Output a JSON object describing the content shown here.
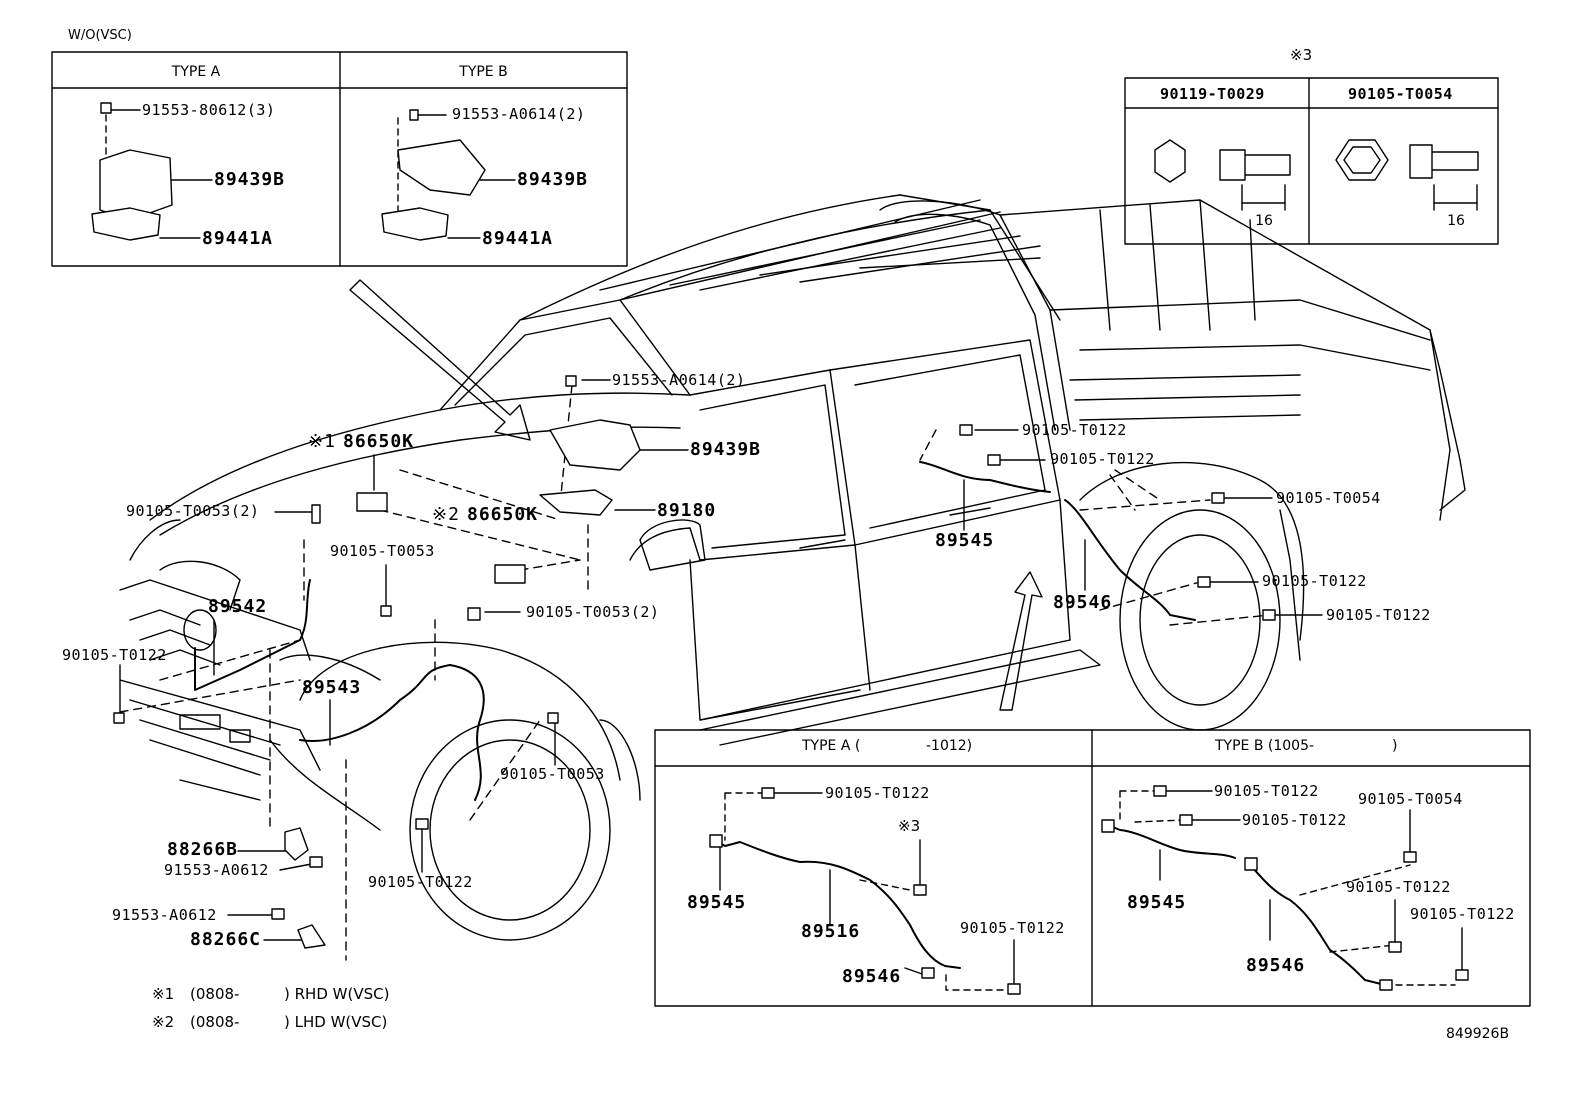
{
  "figure_code": "849926B",
  "inset_wo_vsc": {
    "title": "W/O(VSC)",
    "type_a": {
      "header": "TYPE A",
      "bolt": "91553-80612(3)",
      "cover": "89439B",
      "bracket": "89441A"
    },
    "type_b": {
      "header": "TYPE B",
      "bolt": "91553-A0614(2)",
      "cover": "89439B",
      "bracket": "89441A"
    }
  },
  "inset_bolts": {
    "mark": "※3",
    "col1": {
      "part": "90119-T0029",
      "length": "16"
    },
    "col2": {
      "part": "90105-T0054",
      "length": "16"
    }
  },
  "main_callouts": {
    "bolt_a0614": "91553-A0614(2)",
    "cover_89439b": "89439B",
    "ecu_89180": "89180",
    "sensor_86650k_1": {
      "mark": "※1",
      "part": "86650K"
    },
    "sensor_86650k_2": {
      "mark": "※2",
      "part": "86650K"
    },
    "bolt_t0053_2_top": "90105-T0053(2)",
    "bolt_t0053_mid": "90105-T0053",
    "bolt_t0053_2_wheel": "90105-T0053(2)",
    "bolt_t0053_wheel": "90105-T0053",
    "harness_89542": "89542",
    "harness_89543": "89543",
    "bolt_t0122_front": "90105-T0122",
    "bolt_t0122_wheel": "90105-T0122",
    "bracket_88266b": "88266B",
    "bolt_a0612_1": "91553-A0612",
    "bolt_a0612_2": "91553-A0612",
    "bracket_88266c": "88266C",
    "rear_bolt_t0122_a": "90105-T0122",
    "rear_bolt_t0122_b": "90105-T0122",
    "harness_89545": "89545",
    "harness_89546": "89546",
    "rear_bolt_t0054": "90105-T0054",
    "rear_bolt_t0122_c": "90105-T0122",
    "rear_bolt_t0122_d": "90105-T0122"
  },
  "inset_rear": {
    "type_a": {
      "header_prefix": "TYPE A (",
      "header_suffix": "-1012)",
      "bolt_top": "90105-T0122",
      "mark3": "※3",
      "harness_89545": "89545",
      "harness_89516": "89516",
      "harness_89546": "89546",
      "bolt_bottom": "90105-T0122"
    },
    "type_b": {
      "header_prefix": "TYPE B (1005-",
      "header_suffix": ")",
      "bolt_a": "90105-T0122",
      "bolt_b": "90105-T0122",
      "bolt_t0054": "90105-T0054",
      "bolt_c": "90105-T0122",
      "bolt_d": "90105-T0122",
      "harness_89545": "89545",
      "harness_89546": "89546"
    }
  },
  "footnotes": [
    {
      "mark": "※1",
      "text": "(0808-",
      "suffix": ") RHD W(VSC)"
    },
    {
      "mark": "※2",
      "text": "(0808-",
      "suffix": ") LHD W(VSC)"
    }
  ]
}
